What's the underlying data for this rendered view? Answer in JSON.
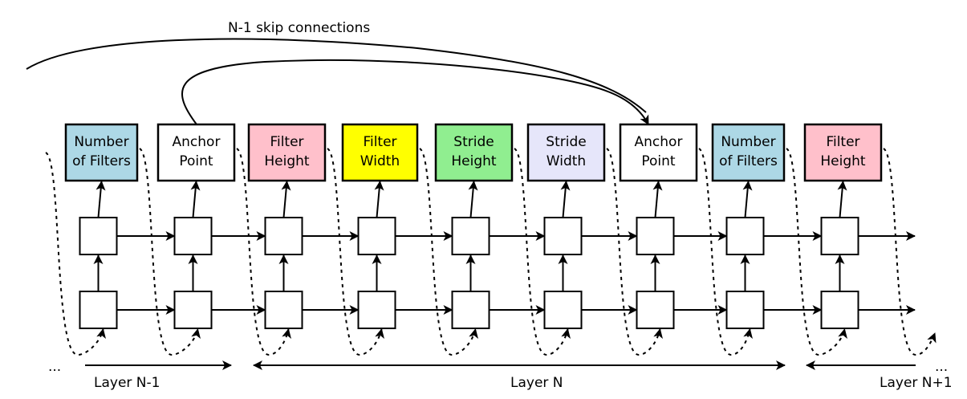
{
  "title": "N-1 skip connections",
  "blocks": [
    {
      "label_lines": [
        "Number",
        "of Filters"
      ],
      "color": "#add8e6"
    },
    {
      "label_lines": [
        "Anchor",
        "Point"
      ],
      "color": "#ffffff"
    },
    {
      "label_lines": [
        "Filter",
        "Height"
      ],
      "color": "#ffc0cb"
    },
    {
      "label_lines": [
        "Filter",
        "Width"
      ],
      "color": "#ffff00"
    },
    {
      "label_lines": [
        "Stride",
        "Height"
      ],
      "color": "#90ee90"
    },
    {
      "label_lines": [
        "Stride",
        "Width"
      ],
      "color": "#e6e6fa"
    },
    {
      "label_lines": [
        "Anchor",
        "Point"
      ],
      "color": "#ffffff"
    },
    {
      "label_lines": [
        "Number",
        "of Filters"
      ],
      "color": "#add8e6"
    },
    {
      "label_lines": [
        "Filter",
        "Height"
      ],
      "color": "#ffc0cb"
    }
  ],
  "layers": [
    {
      "label": "Layer N-1",
      "direction": "right"
    },
    {
      "label": "Layer N",
      "direction": "both"
    },
    {
      "label": "Layer N+1",
      "direction": "left"
    }
  ],
  "ellipsis_left": "...",
  "ellipsis_right": "...",
  "skip_connection_target_index": 6,
  "skip_connection_source_index": 1
}
